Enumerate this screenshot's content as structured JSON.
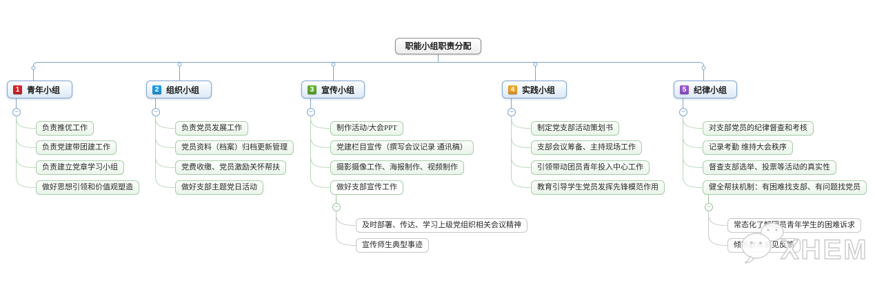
{
  "root": {
    "label": "职能小组职责分配"
  },
  "icons": {
    "collapse_glyph": "−"
  },
  "watermark": {
    "text": "XHEM"
  },
  "groups": [
    {
      "badge": "1",
      "color": "#d7282d",
      "label": "青年小组",
      "items": [
        "负责推优工作",
        "负责党建带团建工作",
        "负责建立党章学习小组",
        "做好思想引领和价值观塑造"
      ]
    },
    {
      "badge": "2",
      "color": "#22a0ea",
      "label": "组织小组",
      "items": [
        "负责党员发展工作",
        "党员资料（档案）归档更新管理",
        "党费收缴、党员激励关怀帮扶",
        "做好支部主题党日活动"
      ]
    },
    {
      "badge": "3",
      "color": "#66b233",
      "label": "宣传小组",
      "items": [
        "制作活动/大会PPT",
        "党建栏目宣传（撰写会议记录 通讯稿）",
        "摄影摄像工作、海报制作、视频制作",
        "做好支部宣传工作"
      ],
      "subitems": [
        "及时部署、传达、学习上级党组织相关会议精神",
        "宣传师生典型事迹"
      ]
    },
    {
      "badge": "4",
      "color": "#f7a92c",
      "label": "实践小组",
      "items": [
        "制定党支部活动策划书",
        "支部会议筹备、主持现场工作",
        "引领带动团员青年投入中心工作",
        "教育引导学生党员发挥先锋模范作用"
      ]
    },
    {
      "badge": "5",
      "color": "#9b59d6",
      "label": "纪律小组",
      "items": [
        "对支部党员的纪律督查和考核",
        "记录考勤 维持大会秩序",
        "督查支部选举、投票等活动的真实性",
        "健全帮扶机制：有困难找支部、有问题找党员"
      ],
      "subitems": [
        "常态化了解团员青年学生的困难诉求",
        "倾听群众意见反馈"
      ]
    }
  ]
}
